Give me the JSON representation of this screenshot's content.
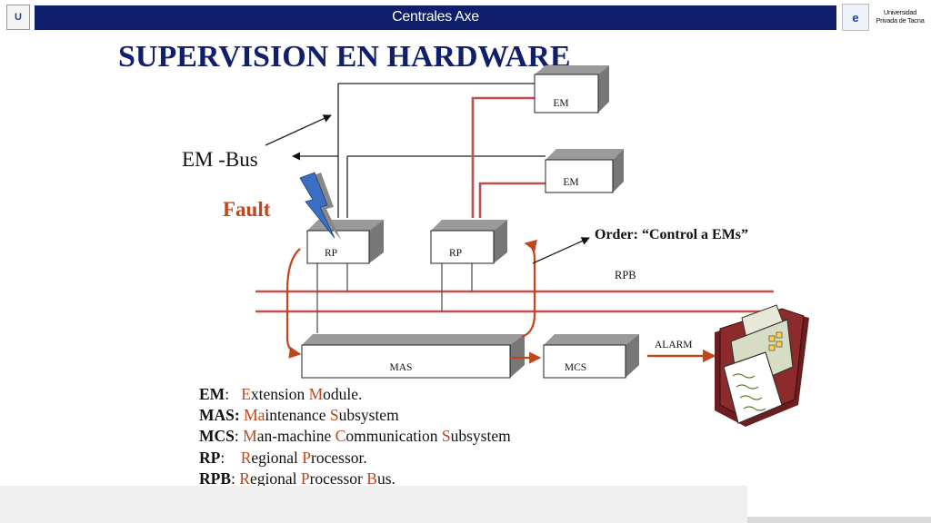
{
  "header": {
    "title": "Centrales Axe",
    "university_line1": "Universidad",
    "university_line2": "Privada de Tacna"
  },
  "slide": {
    "title": "SUPERVISION EN HARDWARE"
  },
  "diagram": {
    "labels": {
      "em_bus": "EM -Bus",
      "fault": "Fault",
      "order": "Order: “Control a EMs”",
      "rpb": "RPB",
      "alarm": "ALARM"
    },
    "boxes": {
      "em_top": "EM",
      "em_mid": "EM",
      "rp_left": "RP",
      "rp_right": "RP",
      "mas": "MAS",
      "mcs": "MCS"
    }
  },
  "legend": [
    {
      "key": "EM",
      "sep": ":   ",
      "parts": [
        [
          "E",
          "hl"
        ],
        [
          "xtension ",
          ""
        ],
        [
          "M",
          "hl"
        ],
        [
          "odule.",
          ""
        ]
      ]
    },
    {
      "key": "MAS:",
      "sep": " ",
      "parts": [
        [
          "Ma",
          "hl"
        ],
        [
          "intenance ",
          ""
        ],
        [
          "S",
          "hl"
        ],
        [
          "ubsystem",
          ""
        ]
      ]
    },
    {
      "key": "MCS",
      "sep": ": ",
      "parts": [
        [
          "M",
          "hl"
        ],
        [
          "an-machine ",
          ""
        ],
        [
          "C",
          "hl"
        ],
        [
          "ommunication ",
          ""
        ],
        [
          "S",
          "hl"
        ],
        [
          "ubsystem",
          ""
        ]
      ]
    },
    {
      "key": "RP",
      "sep": ":    ",
      "parts": [
        [
          "R",
          "hl"
        ],
        [
          "egional ",
          ""
        ],
        [
          "P",
          "hl"
        ],
        [
          "rocessor.",
          ""
        ]
      ]
    },
    {
      "key": "RPB",
      "sep": ": ",
      "parts": [
        [
          "R",
          "hl"
        ],
        [
          "egional ",
          ""
        ],
        [
          "P",
          "hl"
        ],
        [
          "rocessor ",
          ""
        ],
        [
          "B",
          "hl"
        ],
        [
          "us.",
          ""
        ]
      ]
    }
  ],
  "colors": {
    "header": "#0f1f6b",
    "accent_red": "#c0504d",
    "fault_orange": "#c0461b",
    "bolt_blue": "#3a6fc4"
  }
}
